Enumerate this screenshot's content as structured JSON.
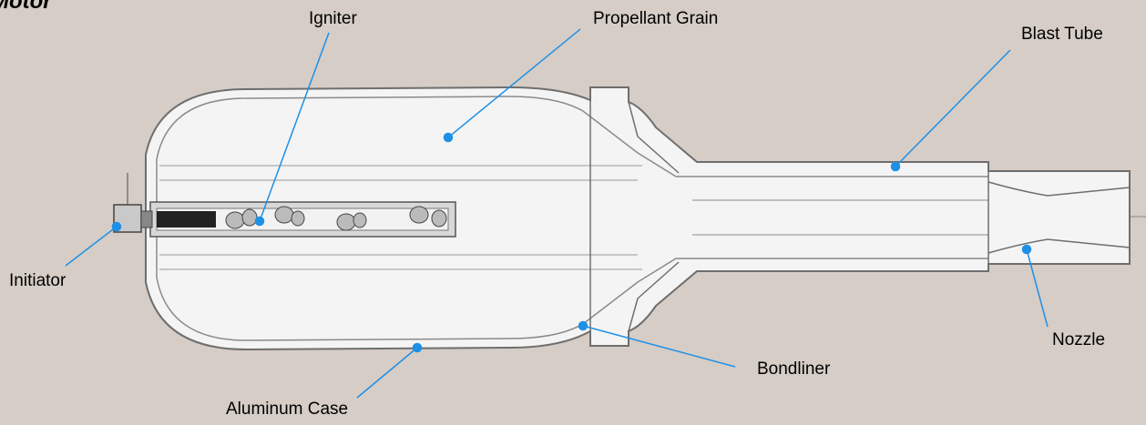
{
  "title": "Motor",
  "colors": {
    "background": "#d5cdc6",
    "leader": "#1e90e6",
    "outline": "#6e6e6e",
    "body": "#f4f4f4"
  },
  "labels": {
    "igniter": "Igniter",
    "propellant_grain": "Propellant Grain",
    "blast_tube": "Blast Tube",
    "initiator": "Initiator",
    "nozzle": "Nozzle",
    "bondliner": "Bondliner",
    "aluminum_case": "Aluminum Case"
  }
}
